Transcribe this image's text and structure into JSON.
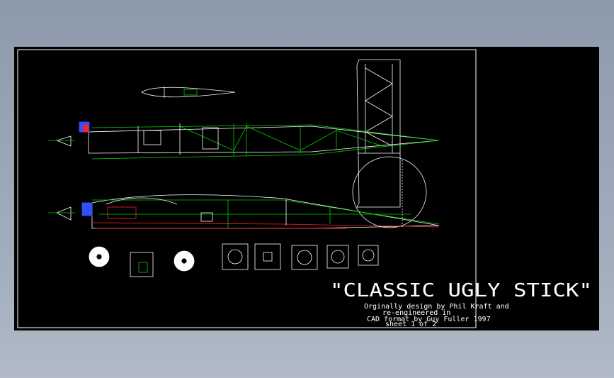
{
  "drawing": {
    "title": "\"CLASSIC UGLY STICK\"",
    "credits": [
      "Orginally design by Phil Kraft and",
      "re-engineered in",
      "CAD format by Guy Fuller 1997",
      "sheet 1 of 2"
    ],
    "colors": {
      "background": "#000000",
      "border": "#ffffff",
      "structure": "#00d000",
      "outline": "#ffffff",
      "accent_red": "#ff2020",
      "accent_blue": "#3050ff"
    }
  }
}
